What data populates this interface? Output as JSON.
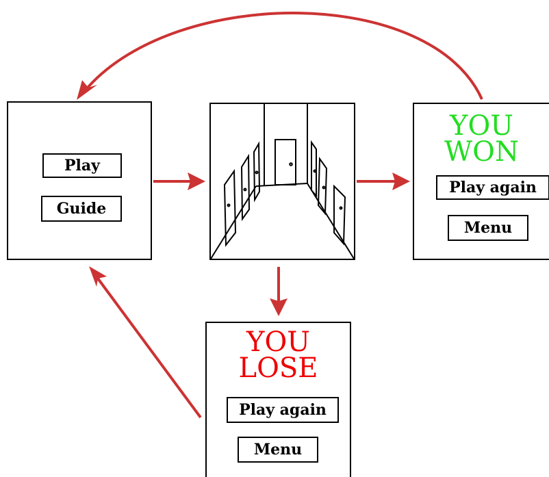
{
  "menu": {
    "play_label": "Play",
    "guide_label": "Guide"
  },
  "won": {
    "line1": "YOU",
    "line2": "WON",
    "play_again_label": "Play again",
    "menu_label": "Menu",
    "color": "#22dd22"
  },
  "lose": {
    "line1": "YOU",
    "line2": "LOSE",
    "play_again_label": "Play again",
    "menu_label": "Menu",
    "color": "#ee0000"
  },
  "colors": {
    "arrow": "#cc3333",
    "frame": "#000000"
  }
}
